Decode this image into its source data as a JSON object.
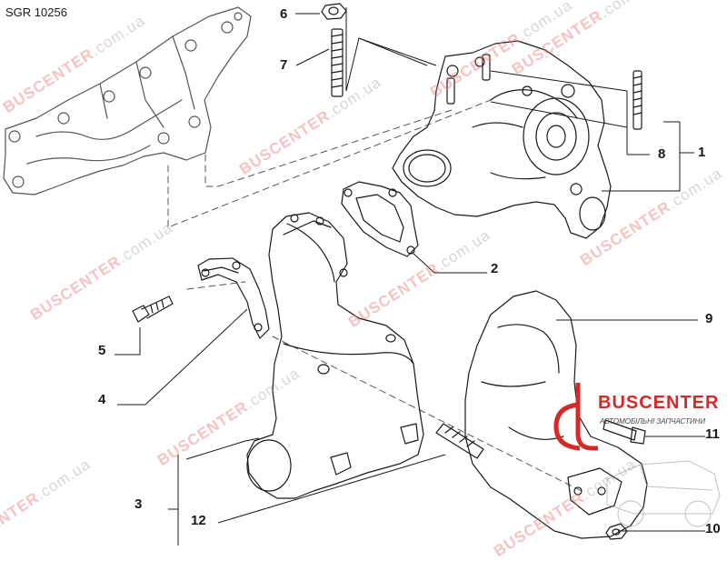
{
  "drawing_code": "SGR 10256",
  "parts": [
    {
      "num": "1",
      "name": "turbocharger"
    },
    {
      "num": "2",
      "name": "gasket"
    },
    {
      "num": "3",
      "name": "catalytic-converter"
    },
    {
      "num": "4",
      "name": "bracket"
    },
    {
      "num": "5",
      "name": "bolt"
    },
    {
      "num": "6",
      "name": "nut"
    },
    {
      "num": "7",
      "name": "stud"
    },
    {
      "num": "8",
      "name": "stud"
    },
    {
      "num": "9",
      "name": "heat-shield"
    },
    {
      "num": "10",
      "name": "nut"
    },
    {
      "num": "11",
      "name": "bolt"
    },
    {
      "num": "12",
      "name": "stud"
    }
  ],
  "watermark": {
    "brand": "BUSCENTER",
    "domain": ".com.ua"
  },
  "logo": {
    "name": "BUSCENTER",
    "tagline": "АВТОМОБІЛЬНІ ЗАПЧАСТИНИ"
  },
  "colors": {
    "line": "#1a1a1a",
    "watermark": "#e07878",
    "logo_red": "#d42a2a"
  }
}
